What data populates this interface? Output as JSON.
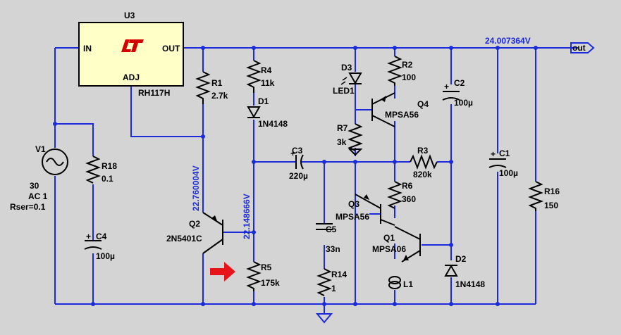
{
  "u3": {
    "ref": "U3",
    "in": "IN",
    "out": "OUT",
    "adj": "ADJ",
    "part": "RH117H"
  },
  "colors": {
    "wire": "#1c2bd9",
    "background": "#d4d4d4",
    "regulator_fill": "#ffffc8",
    "logo": "#d40000",
    "arrow": "#e8141b"
  },
  "voltages": {
    "out_rail": "24.007364V",
    "q2_node": "22.760004V",
    "r5_node": "22.148666V"
  },
  "out_flag": "out",
  "v1": {
    "ref": "V1",
    "l1": "30",
    "l2": "AC 1",
    "l3": "Rser=0.1"
  },
  "r18": {
    "ref": "R18",
    "val": "0.1"
  },
  "c4": {
    "ref": "C4",
    "val": "100µ"
  },
  "r1": {
    "ref": "R1",
    "val": "2.7k"
  },
  "q2": {
    "ref": "Q2",
    "val": "2N5401C"
  },
  "r4": {
    "ref": "R4",
    "val": "11k"
  },
  "d1": {
    "ref": "D1",
    "val": "1N4148"
  },
  "r5": {
    "ref": "R5",
    "val": "175k"
  },
  "d3": {
    "ref": "D3",
    "val": "LED1"
  },
  "r7": {
    "ref": "R7",
    "val": "3k"
  },
  "c3": {
    "ref": "C3",
    "val": "220µ"
  },
  "c5": {
    "ref": "C5",
    "val": "33n"
  },
  "r14": {
    "ref": "R14",
    "val": "1"
  },
  "r2": {
    "ref": "R2",
    "val": "100"
  },
  "q4": {
    "ref": "Q4",
    "val": "MPSA56"
  },
  "r3": {
    "ref": "R3",
    "val": "820k"
  },
  "r6": {
    "ref": "R6",
    "val": "360"
  },
  "q3": {
    "ref": "Q3",
    "val": "MPSA56"
  },
  "q1": {
    "ref": "Q1",
    "val": "MPSA06"
  },
  "l1": {
    "ref": "L1"
  },
  "c2": {
    "ref": "C2",
    "val": "100µ"
  },
  "c1": {
    "ref": "C1",
    "val": "100µ"
  },
  "d2": {
    "ref": "D2",
    "val": "1N4148"
  },
  "r16": {
    "ref": "R16",
    "val": "150"
  }
}
